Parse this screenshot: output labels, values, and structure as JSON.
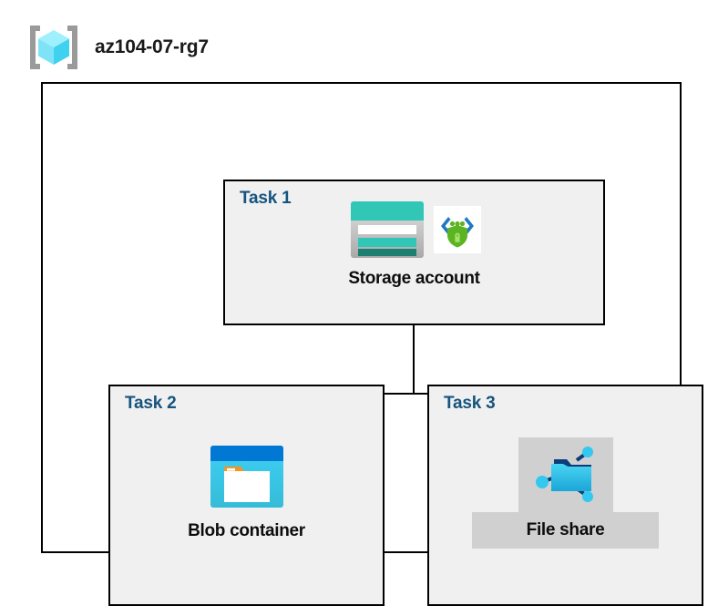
{
  "header": {
    "icon": "resource-group-icon",
    "title": "az104-07-rg7"
  },
  "container": {
    "name": "resource-group-container"
  },
  "tasks": [
    {
      "id": "task1",
      "label": "Task 1",
      "node_label": "Storage account",
      "icons": [
        "storage-account-icon",
        "encryption-shield-icon"
      ],
      "highlighted": false
    },
    {
      "id": "task2",
      "label": "Task 2",
      "node_label": "Blob container",
      "icons": [
        "blob-container-icon"
      ],
      "highlighted": false
    },
    {
      "id": "task3",
      "label": "Task 3",
      "node_label": "File share",
      "icons": [
        "file-share-icon"
      ],
      "highlighted": true
    }
  ],
  "colors": {
    "task_label": "#16537e",
    "box_fill": "#f0f0f0",
    "box_border": "#000000",
    "highlight": "#d0d0d0",
    "storage_teal": "#32c6b6",
    "storage_teal_dark": "#1b7f72",
    "blob_blue": "#0078d4",
    "blob_cyan": "#32c8ef",
    "blob_orange": "#f7941e",
    "fileshare_cyan": "#32c8ef",
    "fileshare_navy": "#0a3d7a",
    "shield_green": "#5bb522",
    "bracket_blue": "#1f7ac0",
    "cube_cyan": "#6fe4fb"
  }
}
